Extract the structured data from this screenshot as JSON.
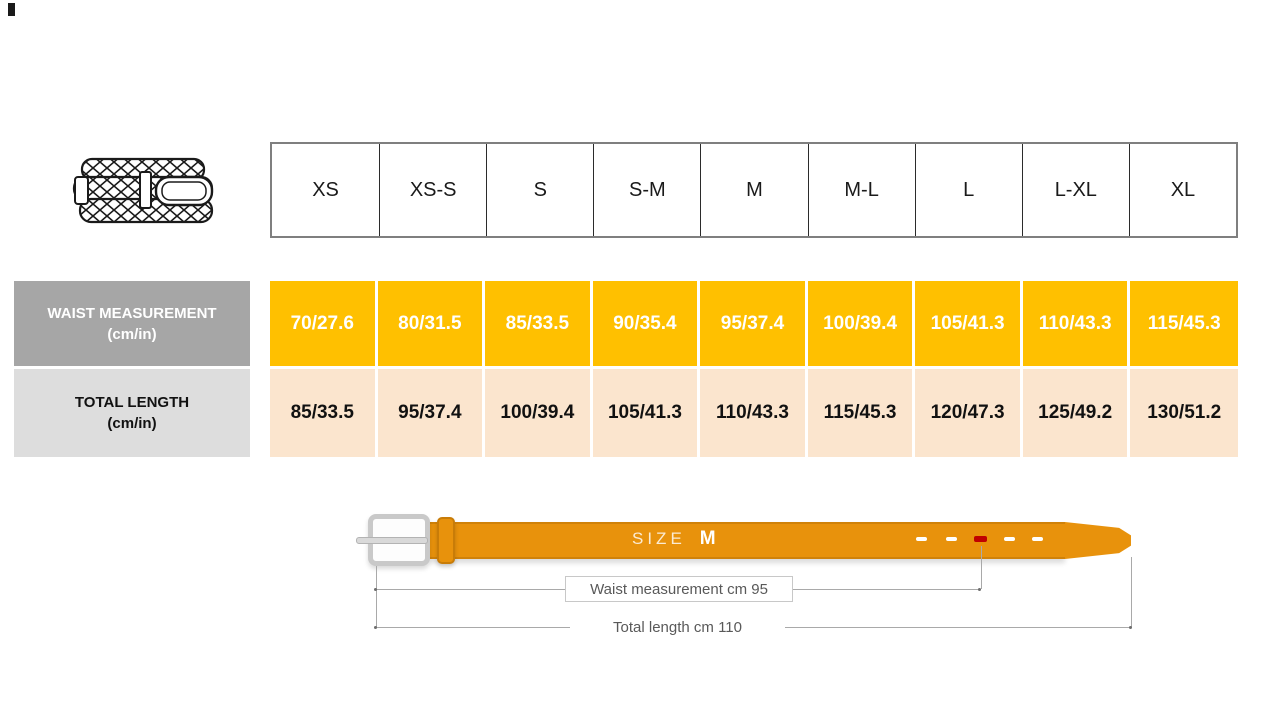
{
  "size_table": {
    "column_headers": [
      "XS",
      "XS-S",
      "S",
      "S-M",
      "M",
      "M-L",
      "L",
      "L-XL",
      "XL"
    ],
    "rows": [
      {
        "label": "WAIST MEASUREMENT",
        "unit": "(cm/in)",
        "values": [
          "70/27.6",
          "80/31.5",
          "85/33.5",
          "90/35.4",
          "95/37.4",
          "100/39.4",
          "105/41.3",
          "110/43.3",
          "115/45.3"
        ]
      },
      {
        "label": "TOTAL LENGTH",
        "unit": "(cm/in)",
        "values": [
          "85/33.5",
          "95/37.4",
          "100/39.4",
          "105/41.3",
          "110/43.3",
          "115/45.3",
          "120/47.3",
          "125/49.2",
          "130/51.2"
        ]
      }
    ]
  },
  "diagram": {
    "size_label": "SIZE",
    "size_value": "M",
    "waist_annotation": "Waist measurement cm 95",
    "total_annotation": "Total length cm 110",
    "holes_count": 5,
    "marked_hole_position": "middle"
  },
  "icons": {
    "belt_illustration": "braided-belt-icon"
  },
  "colors": {
    "waist_values_bg": "#FFC000",
    "total_values_bg": "#FBE5CE",
    "waist_label_bg": "#A6A6A6",
    "total_label_bg": "#DDDDDD",
    "belt_orange": "#E8920C",
    "marked_hole_red": "#C00000"
  }
}
